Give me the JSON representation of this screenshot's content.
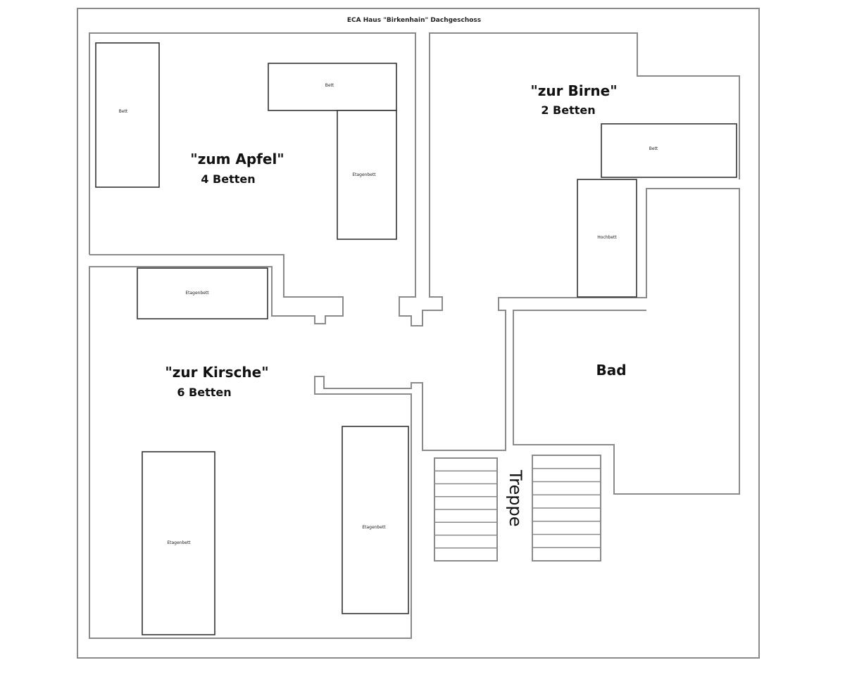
{
  "title": "ECA Haus \"Birkenhain\" Dachgeschoss",
  "rooms": {
    "apfel": {
      "name": "\"zum Apfel\"",
      "beds": "4 Betten"
    },
    "birne": {
      "name": "\"zur Birne\"",
      "beds": "2 Betten"
    },
    "kirsche": {
      "name": "\"zur Kirsche\"",
      "beds": "6 Betten"
    },
    "bad": {
      "name": "Bad"
    }
  },
  "furniture": {
    "apfel_bett_1": "Bett",
    "apfel_bett_2": "Bett",
    "apfel_etagenbett": "Etagenbett",
    "kirsche_etagenbett_1": "Etagenbett",
    "kirsche_etagenbett_2": "Etagenbett",
    "kirsche_etagenbett_3": "Etagenbett",
    "birne_bett": "Bett",
    "birne_hochbett": "Hochbett"
  },
  "stairs": {
    "label": "Treppe",
    "left_steps": 8,
    "right_steps": 8
  }
}
